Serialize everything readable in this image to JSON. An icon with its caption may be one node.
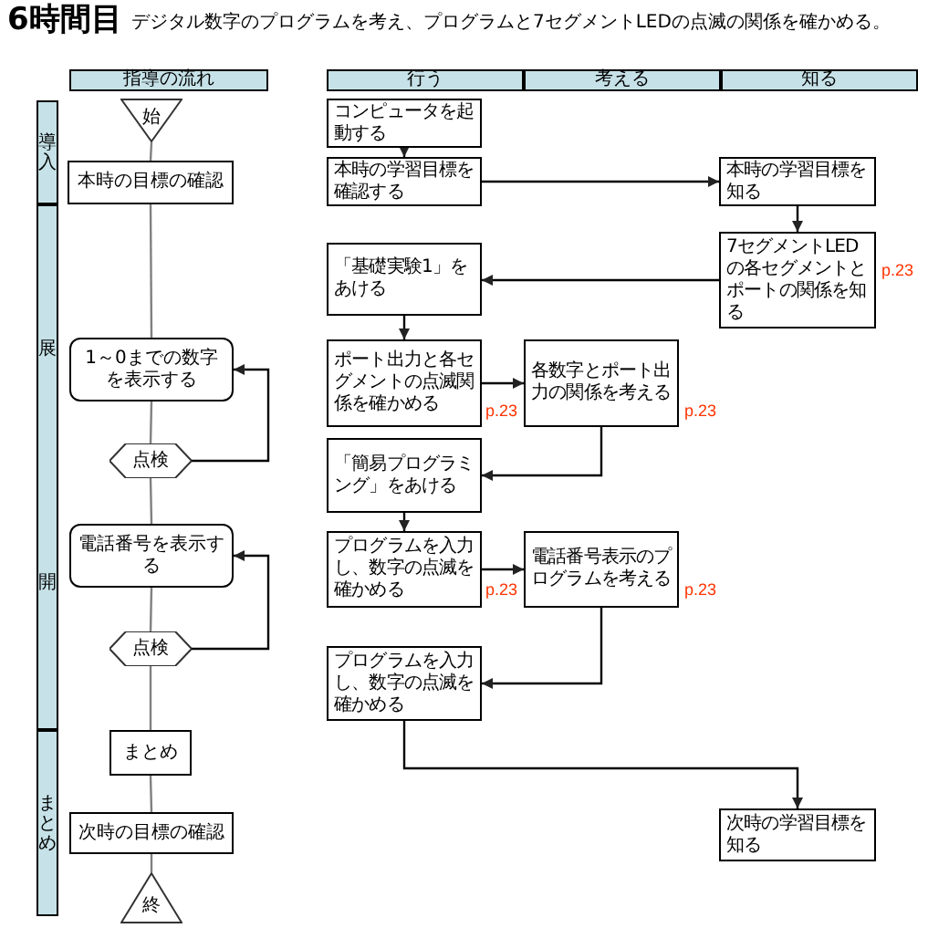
{
  "diagram": {
    "title": "6時間目",
    "nodes": [
      {
        "text": [
          "指導の流れ"
        ]
      },
      {
        "text": [
          "行う"
        ]
      },
      {
        "text": [
          "考える"
        ]
      },
      {
        "text": [
          "知る"
        ]
      },
      {
        "text": [
          "導入"
        ]
      },
      {
        "text": [
          "展開"
        ]
      },
      {
        "text": [
          "まとめ"
        ]
      },
      {
        "text": [
          "始"
        ]
      },
      {
        "text": [
          "本時の目標の確認"
        ]
      },
      {
        "text": [
          "1～0までの数字を表示する"
        ]
      },
      {
        "text": [
          "点検"
        ]
      },
      {
        "text": [
          "電話番号を表示する"
        ]
      },
      {
        "text": [
          "点検"
        ]
      },
      {
        "text": [
          "まとめ"
        ]
      },
      {
        "text": [
          "次時の目標の確認"
        ]
      },
      {
        "text": [
          "終"
        ]
      },
      {
        "text": [
          "コンピュータを起動する"
        ]
      },
      {
        "text": [
          "本時の学習目標を確認する"
        ]
      },
      {
        "text": [
          "本時の学習目標を知る"
        ]
      },
      {
        "text": [
          "7セグメントLEDの各セグメントとポートの関係を知る"
        ],
        "beside": [
          "p.23"
        ]
      },
      {
        "text": [
          "「基礎実験1」をあける"
        ]
      },
      {
        "text": [
          "ポート出力と各セグメントの点滅関係を確かめる"
        ],
        "beside": [
          "p.23"
        ]
      },
      {
        "text": [
          "各数字とポート出力の関係を考える"
        ],
        "beside": [
          "p.23"
        ]
      },
      {
        "text": [
          "「簡易プログラミング」をあける"
        ]
      },
      {
        "text": [
          "プログラムを入力し、数字の点滅を確かめる"
        ],
        "beside": [
          "p.23"
        ]
      },
      {
        "text": [
          "電話番号表示のプログラムを考える"
        ],
        "beside": [
          "p.23"
        ]
      },
      {
        "text": [
          "プログラムを入力し、数字の点滅を確かめる"
        ]
      },
      {
        "text": [
          "次時の学習目標を知る"
        ]
      }
    ],
    "edges": [
      {
        "from": 7,
        "to": 8,
        "arrow": "none",
        "color": "#808080"
      },
      {
        "from": 8,
        "to": 9,
        "arrow": "none",
        "color": "#808080"
      },
      {
        "from": 9,
        "to": 10,
        "arrow": "none",
        "color": "#808080"
      },
      {
        "from": 10,
        "to": 9,
        "arrow": "to"
      },
      {
        "from": 10,
        "to": 11,
        "arrow": "none",
        "color": "#808080"
      },
      {
        "from": 11,
        "to": 12,
        "arrow": "none",
        "color": "#808080"
      },
      {
        "from": 12,
        "to": 11,
        "arrow": "to"
      },
      {
        "from": 12,
        "to": 13,
        "arrow": "none",
        "color": "#808080"
      },
      {
        "from": 13,
        "to": 14,
        "arrow": "none",
        "color": "#808080"
      },
      {
        "from": 14,
        "to": 15,
        "arrow": "none",
        "color": "#808080"
      },
      {
        "from": 16,
        "to": 17,
        "arrow": "to"
      },
      {
        "from": 17,
        "to": 18,
        "arrow": "to"
      },
      {
        "from": 18,
        "to": 19,
        "arrow": "to"
      },
      {
        "from": 19,
        "to": 20,
        "arrow": "to"
      },
      {
        "from": 20,
        "to": 21,
        "arrow": "to"
      },
      {
        "from": 21,
        "to": 22,
        "arrow": "to"
      },
      {
        "from": 22,
        "to": 23,
        "arrow": "to"
      },
      {
        "from": 23,
        "to": 24,
        "arrow": "to"
      },
      {
        "from": 24,
        "to": 25,
        "arrow": "to"
      },
      {
        "from": 25,
        "to": 26,
        "arrow": "to"
      },
      {
        "from": 26,
        "to": 27,
        "arrow": "to"
      }
    ],
    "labels": [
      "デジタル数字のプログラムを考え、プログラムと7セグメントLEDの点滅の関係を確かめる。"
    ]
  }
}
